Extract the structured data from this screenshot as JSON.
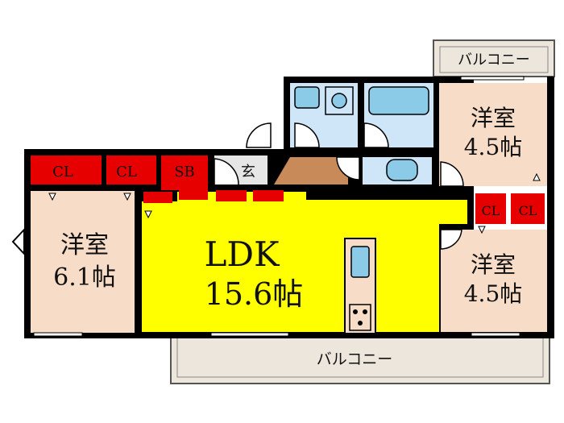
{
  "plan": {
    "balconies": {
      "top_right": "バルコニー",
      "bottom": "バルコニー"
    },
    "rooms": {
      "ldk": {
        "name": "LDK",
        "size": "15.6帖"
      },
      "west": {
        "name": "洋室",
        "size": "6.1帖"
      },
      "northeast": {
        "name": "洋室",
        "size": "4.5帖"
      },
      "southeast": {
        "name": "洋室",
        "size": "4.5帖"
      }
    },
    "storage": {
      "cl1": "CL",
      "cl2": "CL",
      "sb": "SB",
      "cl3": "CL",
      "cl4": "CL"
    },
    "entrance": "玄",
    "colors": {
      "wall": "#000000",
      "ldk": "#ffff00",
      "room": "#f7dcc8",
      "storage": "#e60000",
      "wet": "#cfe6f8",
      "fixture": "#8ccbe8",
      "hall": "#c98a5a",
      "balcony": "#ece6dd"
    }
  }
}
